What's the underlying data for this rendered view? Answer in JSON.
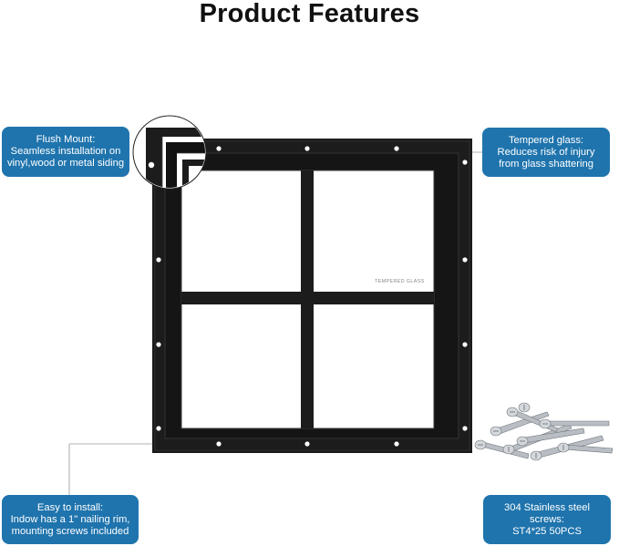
{
  "title": "Product Features",
  "callouts": {
    "flush_mount": {
      "lines": [
        "Flush Mount:",
        "Seamless installation on",
        "vinyl,wood or metal siding"
      ]
    },
    "tempered_glass": {
      "lines": [
        "Tempered glass:",
        "Reduces risk of injury",
        "from glass shattering"
      ]
    },
    "easy_install": {
      "lines": [
        "Easy to install:",
        "Indow has a 1\" nailing rim,",
        "mounting screws included"
      ]
    },
    "screws": {
      "lines": [
        "304 Stainless steel",
        "screws:",
        "ST4*25 50PCS"
      ]
    }
  },
  "glass_label": "TEMPERED GLASS",
  "colors": {
    "callout_bg": "#1f74ad",
    "frame": "#1a1a1a",
    "leader_line": "#9a9a9a"
  }
}
